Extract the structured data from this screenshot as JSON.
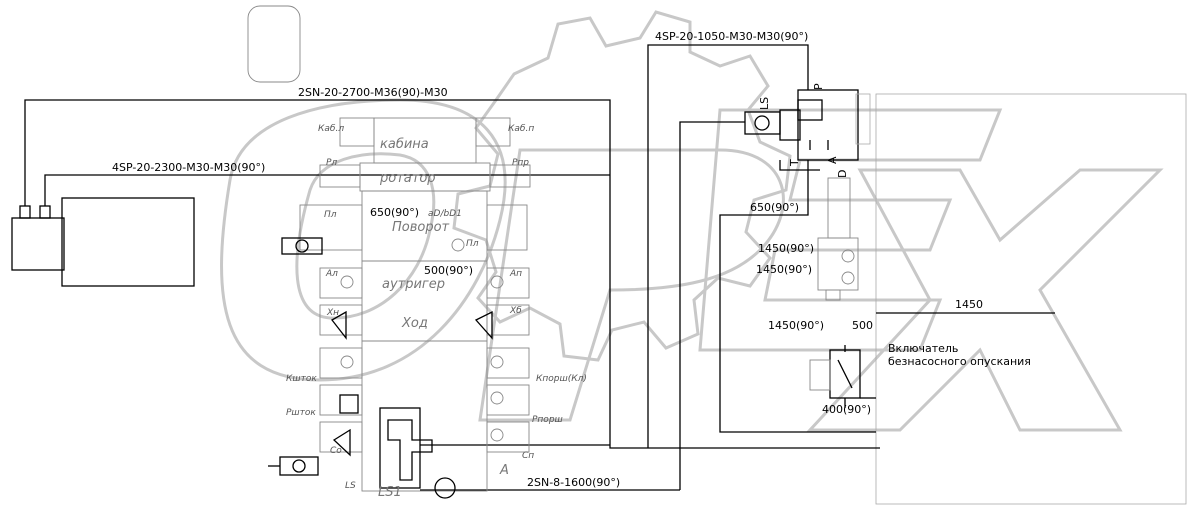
{
  "hoses": {
    "h1": "4SP-20-1050-M30-M30(90°)",
    "h2": "2SN-20-2700-M36(90)-M30",
    "h3": "4SP-20-2300-M30-M30(90°)",
    "h4": "650(90°)",
    "h5": "2SN-8-1600(90°)"
  },
  "dims": {
    "d1450_90_a": "1450(90°)",
    "d1450_90_b": "1450(90°)",
    "d1450": "1450",
    "d1450_90_c": "1450(90°)",
    "d500": "500",
    "d400_90": "400(90°)",
    "d650_90_left": "650(90°)",
    "d500_90": "500(90°)",
    "d_ao_bo": "aD/bD1"
  },
  "labels": {
    "switch_line1": "Включатель",
    "switch_line2": "безнасосного опускания"
  },
  "valve_labels": {
    "kabina": "кабина",
    "rotator": "ротатор",
    "povorot": "Поворот",
    "autrizer": "аутригер",
    "hod": "Ход",
    "letter_a": "A",
    "ls1": "LS1",
    "ls": "LS"
  },
  "port_labels": {
    "kab_l": "Каб.л",
    "kab_p": "Каб.п",
    "rl": "Рл",
    "rpr": "Рпр",
    "pl_left": "Пл",
    "pl_right": "Пл",
    "al": "Ал",
    "ap": "Ап",
    "xh": "Хн",
    "xb": "Хб",
    "kshtok": "Кшток",
    "kporsh": "Кпорш(Кл)",
    "rshtok": "Ршток",
    "rporsh": "Рпорш",
    "co": "Со",
    "cp": "Сп"
  },
  "valve_ports": {
    "p": "P",
    "t": "T",
    "a": "A",
    "ls": "LS",
    "d": "D"
  }
}
